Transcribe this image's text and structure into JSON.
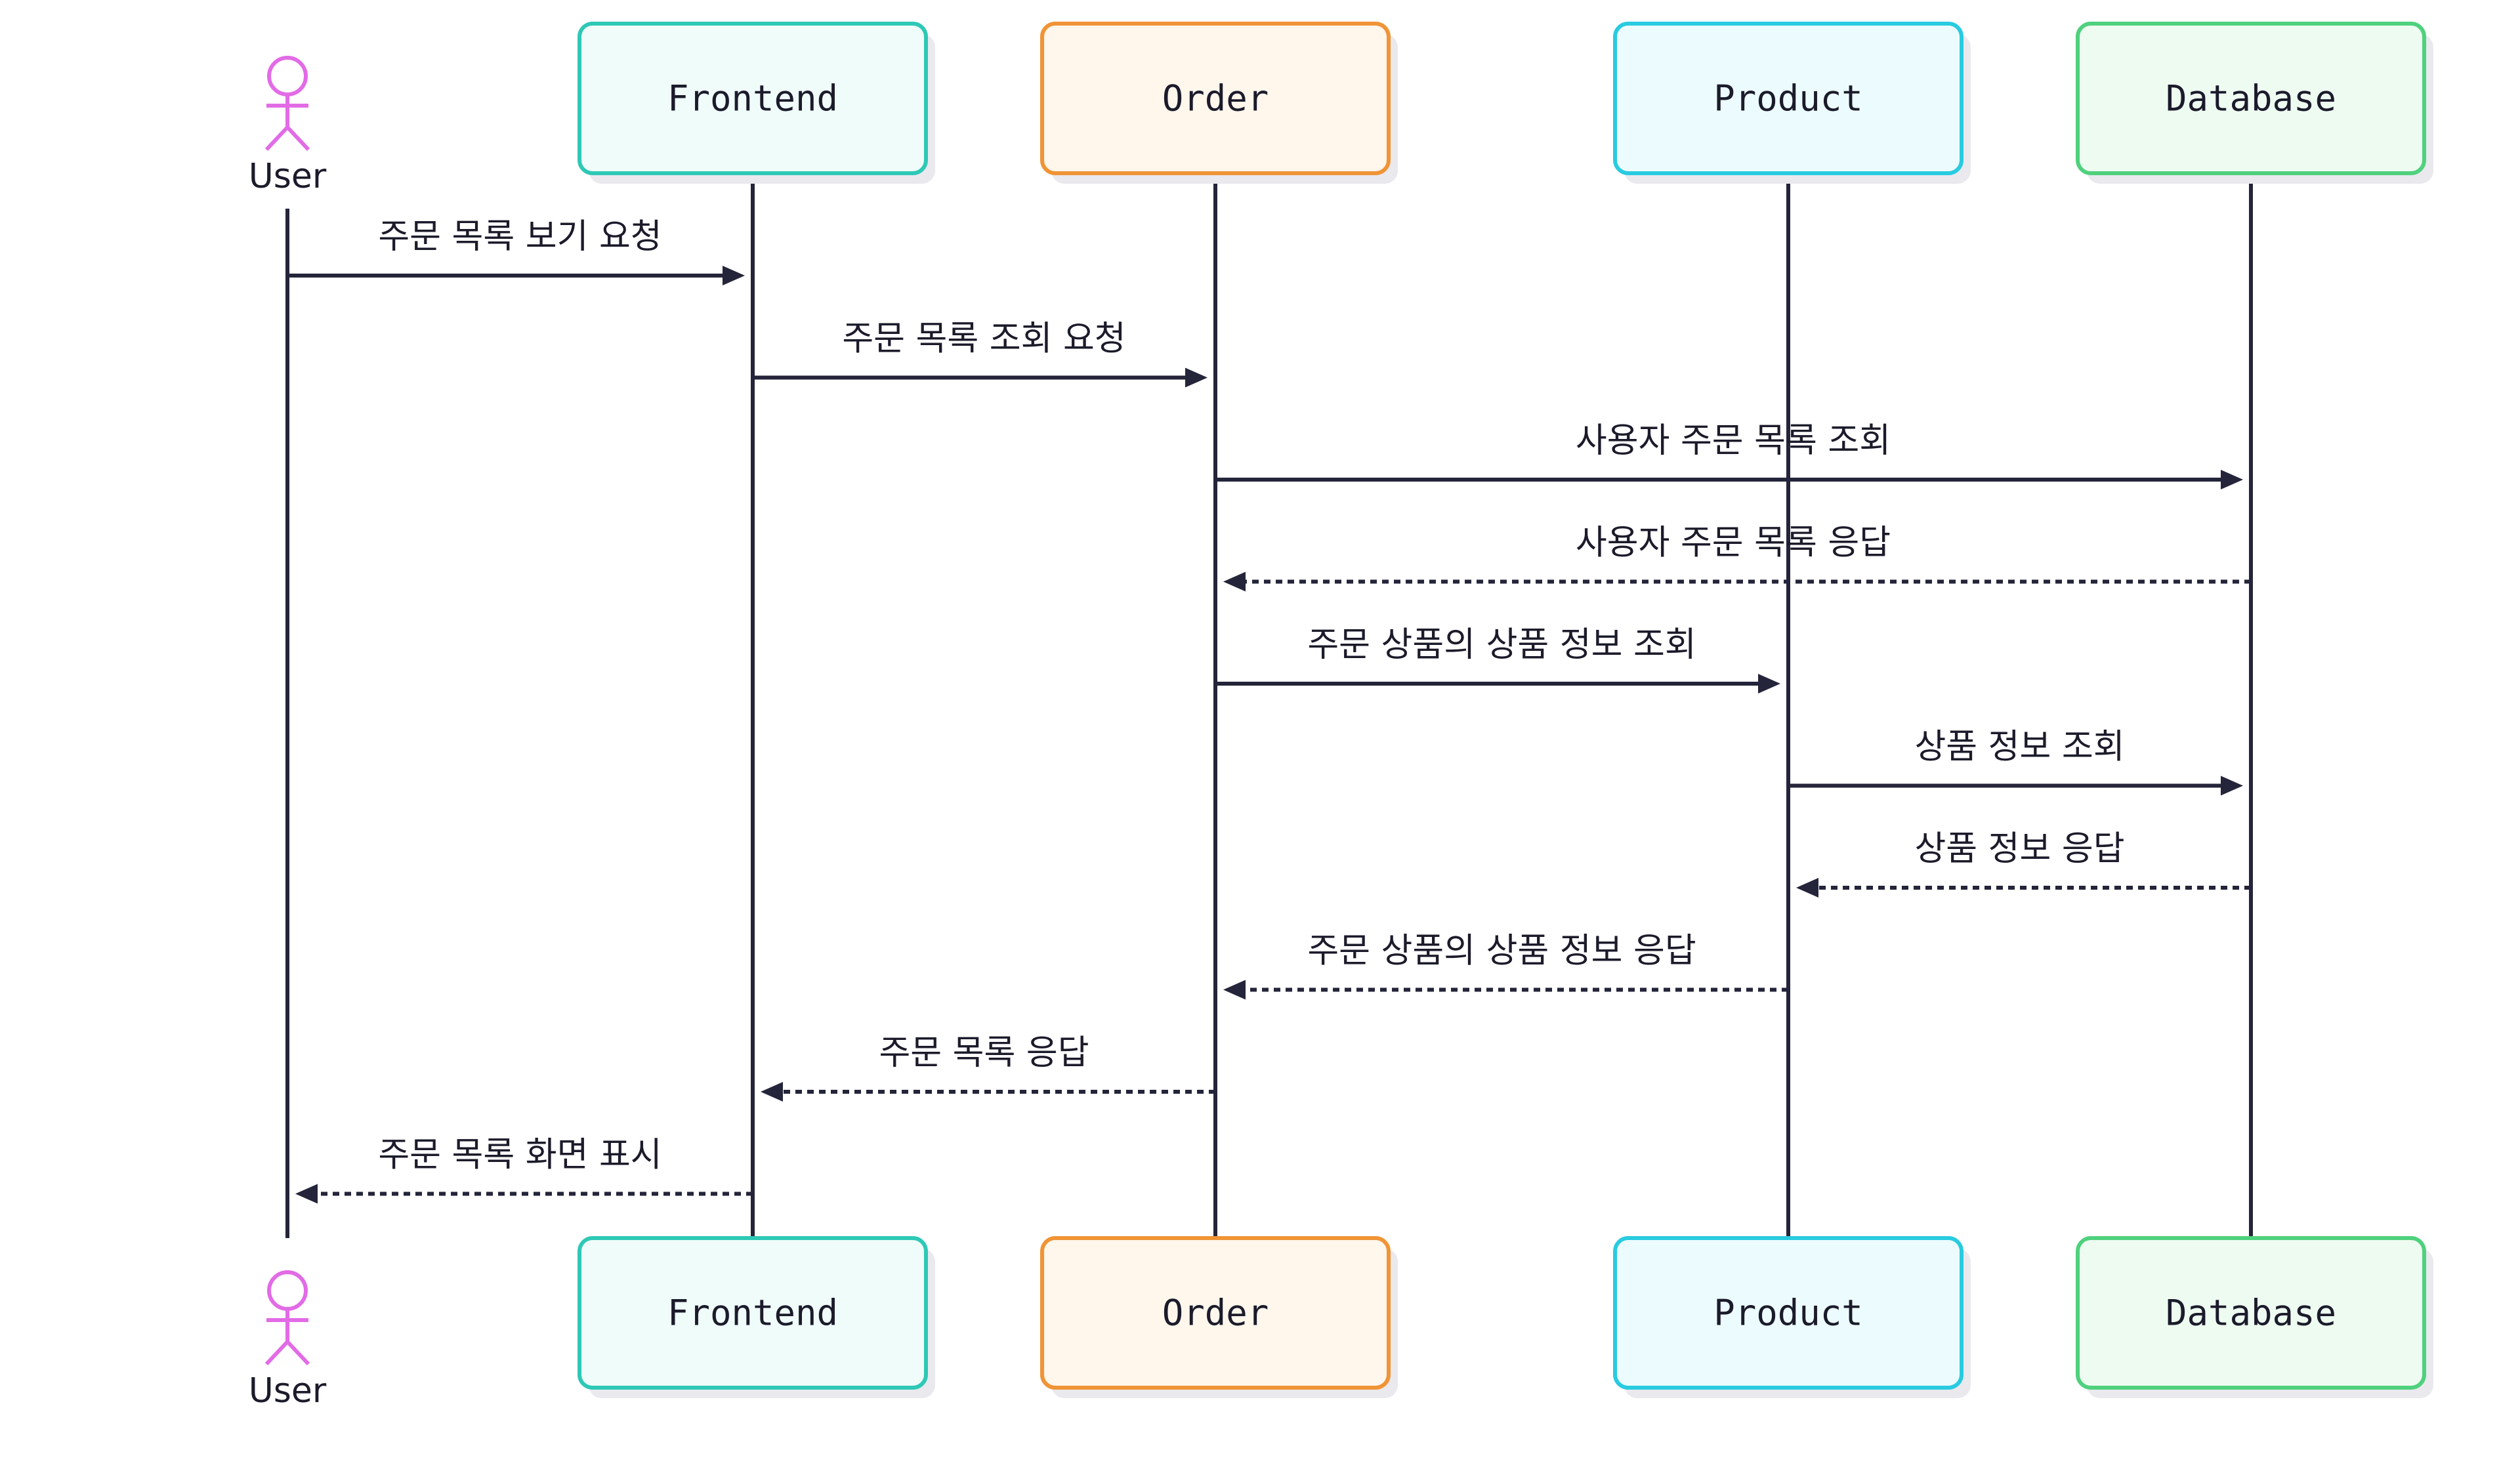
{
  "participants": [
    {
      "id": "user",
      "label": "User",
      "kind": "actor",
      "stroke": "#e26be6"
    },
    {
      "id": "frontend",
      "label": "Frontend",
      "kind": "box",
      "stroke": "#2ec8b6",
      "fill": "#effcf9"
    },
    {
      "id": "order",
      "label": "Order",
      "kind": "box",
      "stroke": "#f09436",
      "fill": "#fff6ec"
    },
    {
      "id": "product",
      "label": "Product",
      "kind": "box",
      "stroke": "#29cbe0",
      "fill": "#ecfcfe"
    },
    {
      "id": "database",
      "label": "Database",
      "kind": "box",
      "stroke": "#4fd17d",
      "fill": "#eefbf1"
    }
  ],
  "messages": [
    {
      "from": "user",
      "to": "frontend",
      "label": "주문 목록 보기 요청",
      "style": "solid"
    },
    {
      "from": "frontend",
      "to": "order",
      "label": "주문 목록 조회 요청",
      "style": "solid"
    },
    {
      "from": "order",
      "to": "database",
      "label": "사용자 주문 목록 조회",
      "style": "solid"
    },
    {
      "from": "database",
      "to": "order",
      "label": "사용자 주문 목록 응답",
      "style": "dashed"
    },
    {
      "from": "order",
      "to": "product",
      "label": "주문 상품의 상품 정보 조회",
      "style": "solid"
    },
    {
      "from": "product",
      "to": "database",
      "label": "상품 정보 조회",
      "style": "solid"
    },
    {
      "from": "database",
      "to": "product",
      "label": "상품 정보 응답",
      "style": "dashed"
    },
    {
      "from": "product",
      "to": "order",
      "label": "주문 상품의 상품 정보 응답",
      "style": "dashed"
    },
    {
      "from": "order",
      "to": "frontend",
      "label": "주문 목록 응답",
      "style": "dashed"
    },
    {
      "from": "frontend",
      "to": "user",
      "label": "주문 목록 화면 표시",
      "style": "dashed"
    }
  ],
  "line_color": "#24243a"
}
